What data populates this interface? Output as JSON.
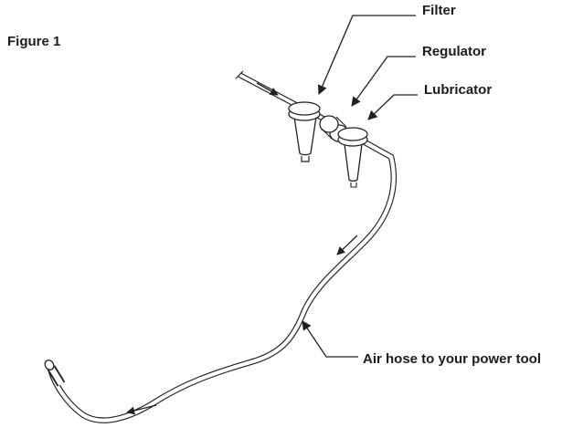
{
  "figure": {
    "caption": "Figure 1"
  },
  "labels": {
    "filter": "Filter",
    "regulator": "Regulator",
    "lubricator": "Lubricator",
    "air_hose": "Air hose to your power tool"
  },
  "diagram": {
    "components": [
      "filter",
      "regulator",
      "lubricator",
      "air-hose"
    ],
    "flow_arrow_count": 3,
    "leader_line_count": 4
  },
  "colors": {
    "line": "#231f20",
    "background": "#ffffff",
    "text": "#1c1c1c"
  }
}
